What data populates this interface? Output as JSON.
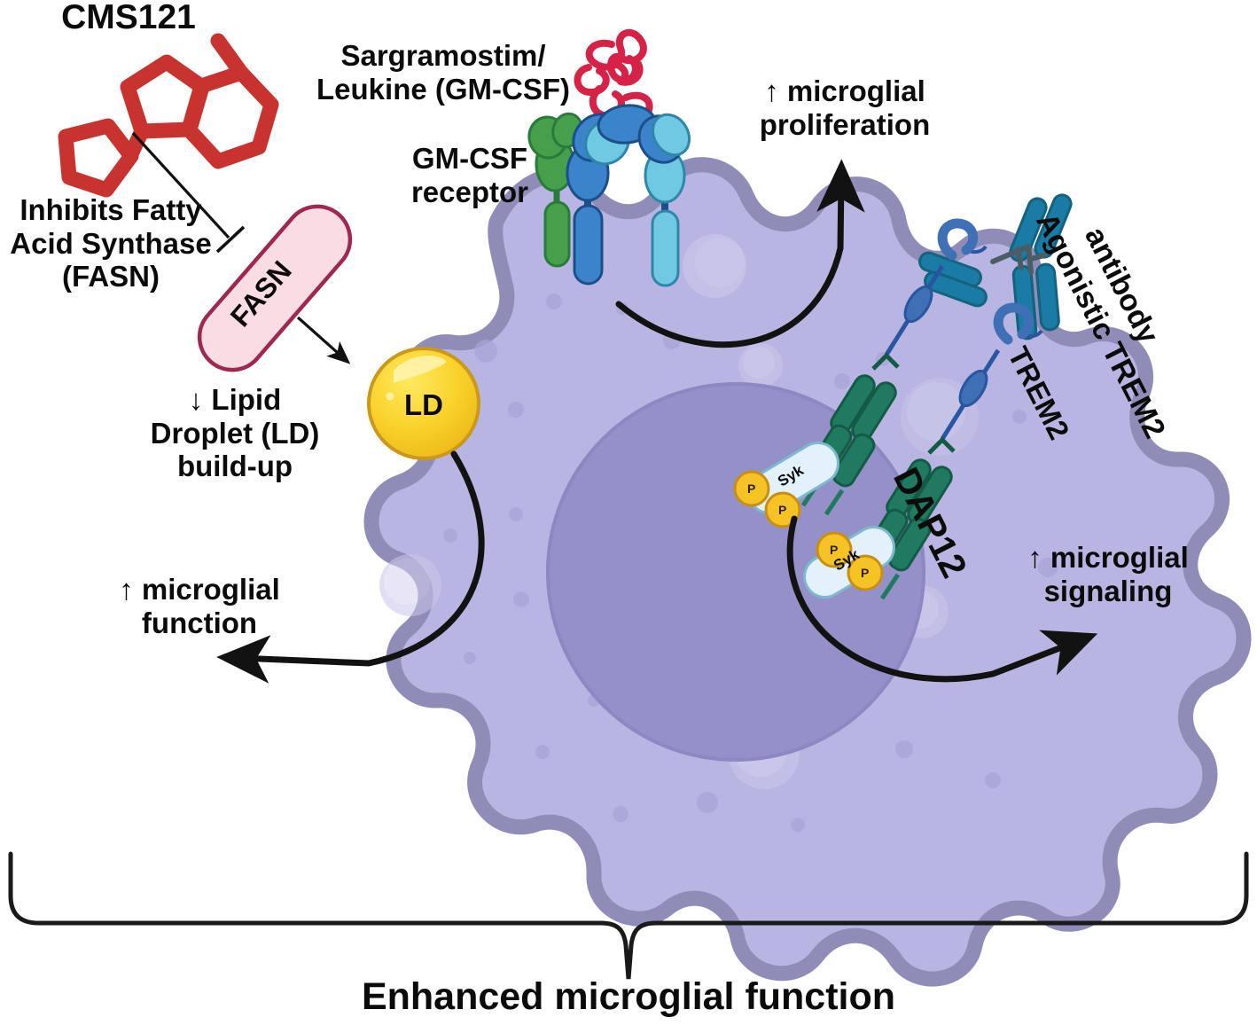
{
  "title": "Enhanced microglial function pathway diagram",
  "labels": {
    "cms121": "CMS121",
    "sargramostim": "Sargramostim/\nLeukine (GM-CSF)",
    "gmcsf_receptor": "GM-CSF\nreceptor",
    "inhibits_fasn": "Inhibits Fatty\nAcid Synthase\n(FASN)",
    "fasn_capsule": "FASN",
    "lipid_droplet_text": "↓ Lipid\nDroplet (LD)\nbuild-up",
    "ld_marker": "LD",
    "microglial_function": "↑ microglial\nfunction",
    "microglial_proliferation": "↑ microglial\nproliferation",
    "microglial_signaling": "↑ microglial\nsignaling",
    "agonistic_antibody_line1": "Agonistic TREM2",
    "agonistic_antibody_line2": "antibody",
    "trem2": "TREM2",
    "dap12": "DAP12",
    "syk": "Syk",
    "phospho": "P",
    "enhanced": "Enhanced microglial function"
  },
  "colors": {
    "cms121_red": "#c9332f",
    "gmcsf_ligand_red": "#d62246",
    "fasn_fill": "#fadde4",
    "fasn_stroke": "#9e2850",
    "cell_cytoplasm": "#b9b5e2",
    "cell_membrane": "#8f8cb8",
    "nucleus": "#9490c8",
    "nucleus_edge": "#8b87c2",
    "lipid_droplet": "#f6cf2a",
    "lipid_droplet_stroke": "#c9981c",
    "receptor_green": "#46a04b",
    "receptor_green_dark": "#2a7a3c",
    "receptor_blue": "#3b84cc",
    "receptor_blue_dark": "#1c4f8a",
    "receptor_cyan": "#6fc9e3",
    "receptor_cyan_dark": "#2f86a8",
    "antibody_blue": "#1a7ba5",
    "antibody_hinge": "#4a5c66",
    "trem2_stem": "#3f6fb5",
    "dap12_green": "#1f7a60",
    "dap12_green_dark": "#145a47",
    "syk_fill": "#e3f2fa",
    "syk_stroke": "#7fb8cf",
    "phospho_fill": "#f6c324",
    "phospho_stroke": "#c98e14",
    "line_black": "#121212"
  },
  "icons": {
    "cms121": "molecule-icon",
    "gmcsf_ligand": "protein-coil-icon",
    "antibody": "antibody-y-icon",
    "lipid_droplet": "lipid-droplet-icon",
    "phospho": "phosphate-icon",
    "brace": "curly-brace-icon"
  }
}
